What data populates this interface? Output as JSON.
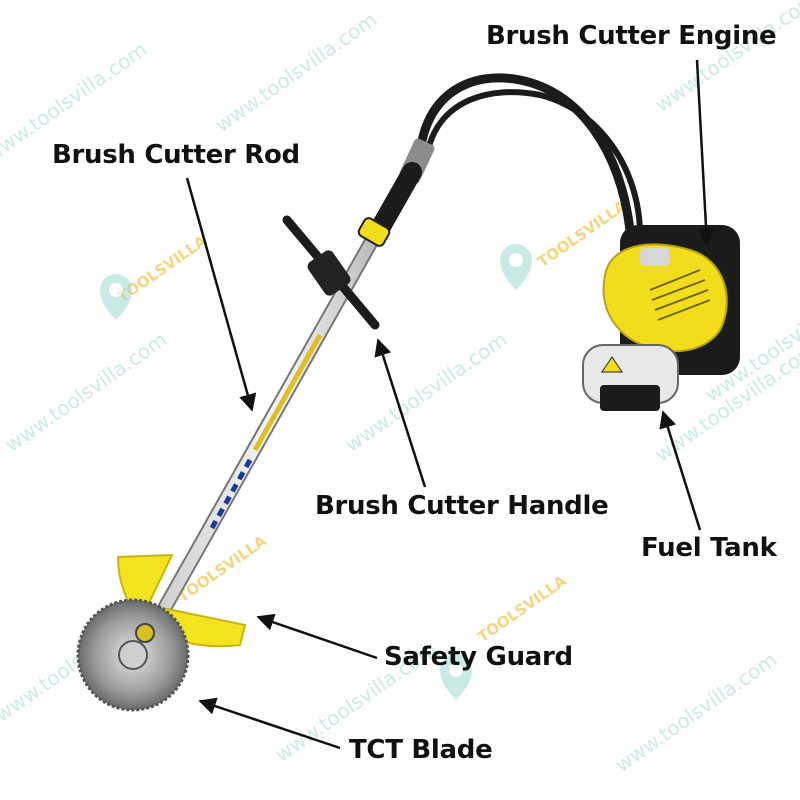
{
  "labels": {
    "engine": "Brush Cutter Engine",
    "rod": "Brush Cutter Rod",
    "handle": "Brush Cutter Handle",
    "fuel_tank": "Fuel Tank",
    "guard": "Safety Guard",
    "blade": "TCT Blade"
  },
  "watermark": {
    "site": "www.toolsvilla.com",
    "brand": "TOOLSVILLA"
  },
  "colors": {
    "engine_yellow": "#f2dd1c",
    "guard_yellow": "#f4e31f",
    "hose_black": "#1b1b1b",
    "label_text": "#111111",
    "watermark": "#9fd9d2"
  },
  "icons": [
    "arrow-icon",
    "toolsvilla-logo-icon"
  ]
}
